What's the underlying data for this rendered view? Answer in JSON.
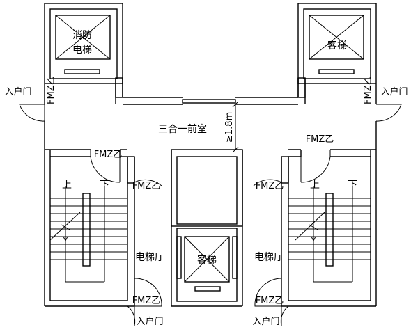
{
  "labels": {
    "fire_elevator_line1": "消防",
    "fire_elevator_line2": "电梯",
    "passenger_elevator": "客梯",
    "three_in_one_lobby": "三合一前室",
    "dimension": "≥1.8m",
    "elevator_hall": "电梯厅",
    "entry_door": "入户门",
    "fire_door": "FMZ乙",
    "stair_up": "上",
    "stair_down": "下"
  }
}
